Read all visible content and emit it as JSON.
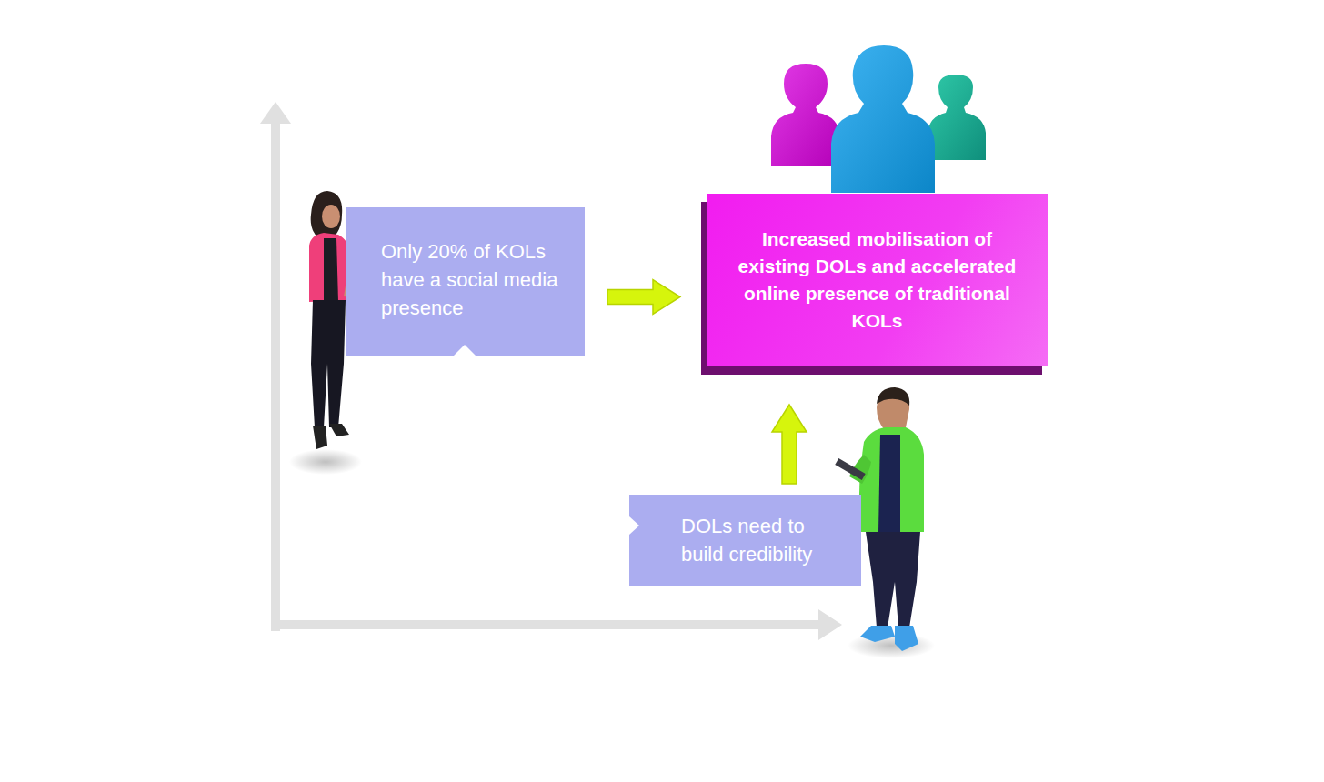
{
  "diagram": {
    "nodes": [
      {
        "text": [
          "Only 20% of KOLs have a social media presence"
        ]
      },
      {
        "text": [
          "Increased mobilisation of existing DOLs and accelerated online presence of traditional KOLs"
        ]
      },
      {
        "text": [
          "DOLs need to build credibility"
        ]
      }
    ],
    "edges": [
      {
        "from": 0,
        "to": 1,
        "arrow": "to"
      },
      {
        "from": 2,
        "to": 1,
        "arrow": "to"
      }
    ]
  }
}
